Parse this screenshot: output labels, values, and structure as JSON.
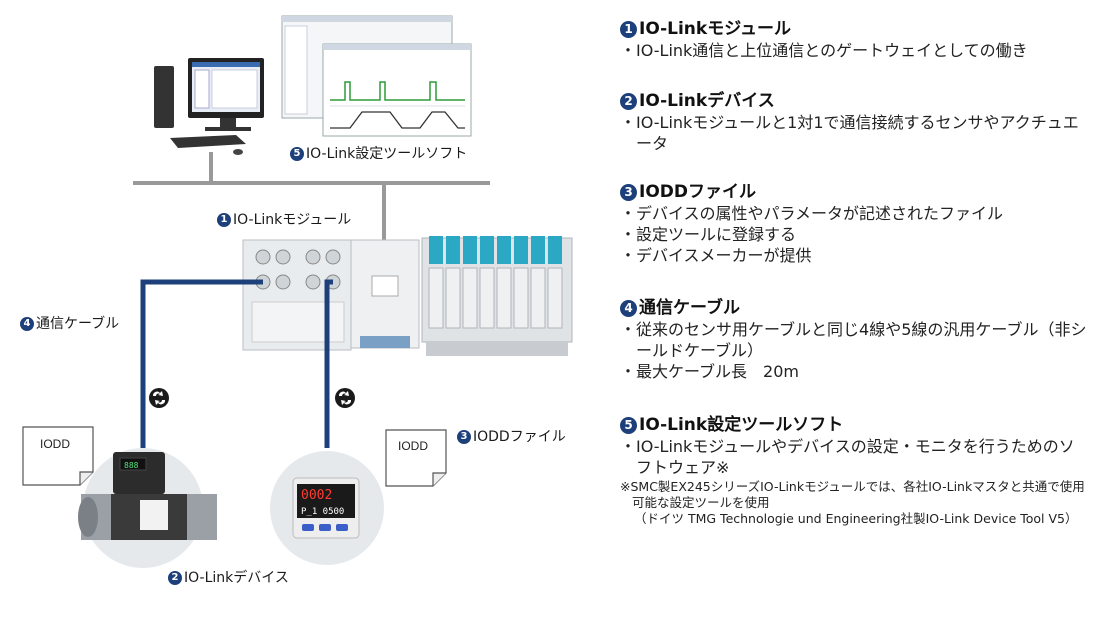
{
  "diagram": {
    "labels": {
      "software": {
        "num": "5",
        "text": "IO-Link設定ツールソフト"
      },
      "module": {
        "num": "1",
        "text": "IO-Linkモジュール"
      },
      "cable": {
        "num": "4",
        "text": "通信ケーブル"
      },
      "iodd_file": {
        "num": "3",
        "text": "IODDファイル"
      },
      "device": {
        "num": "2",
        "text": "IO-Linkデバイス"
      }
    },
    "iodd_tags": [
      "IODD",
      "IODD"
    ],
    "display_readout": {
      "top": "0002",
      "bottom": "P_1 0500"
    },
    "cable_color": "#1d3f7a",
    "accent_color": "#1d3f7a",
    "valve_color": "#2aa8c4"
  },
  "descriptions": [
    {
      "num": "1",
      "title": "IO-Linkモジュール",
      "items": [
        "IO-Link通信と上位通信とのゲートウェイとしての働き"
      ]
    },
    {
      "num": "2",
      "title": "IO-Linkデバイス",
      "items": [
        "IO-Linkモジュールと1対1で通信接続するセンサやアクチュエータ"
      ]
    },
    {
      "num": "3",
      "title": "IODDファイル",
      "items": [
        "デバイスの属性やパラメータが記述されたファイル",
        "設定ツールに登録する",
        "デバイスメーカーが提供"
      ]
    },
    {
      "num": "4",
      "title": "通信ケーブル",
      "items": [
        "従来のセンサ用ケーブルと同じ4線や5線の汎用ケーブル（非シールドケーブル）",
        "最大ケーブル長　20m"
      ]
    },
    {
      "num": "5",
      "title": "IO-Link設定ツールソフト",
      "items": [
        "IO-Linkモジュールやデバイスの設定・モニタを行うためのソフトウェア※"
      ],
      "note": "※SMC製EX245シリーズIO-Linkモジュールでは、各社IO-Linkマスタと共通で使用可能な設定ツールを使用",
      "note_cont": "（ドイツ TMG Technologie und Engineering社製IO-Link Device Tool V5）"
    }
  ],
  "bullet": "・"
}
